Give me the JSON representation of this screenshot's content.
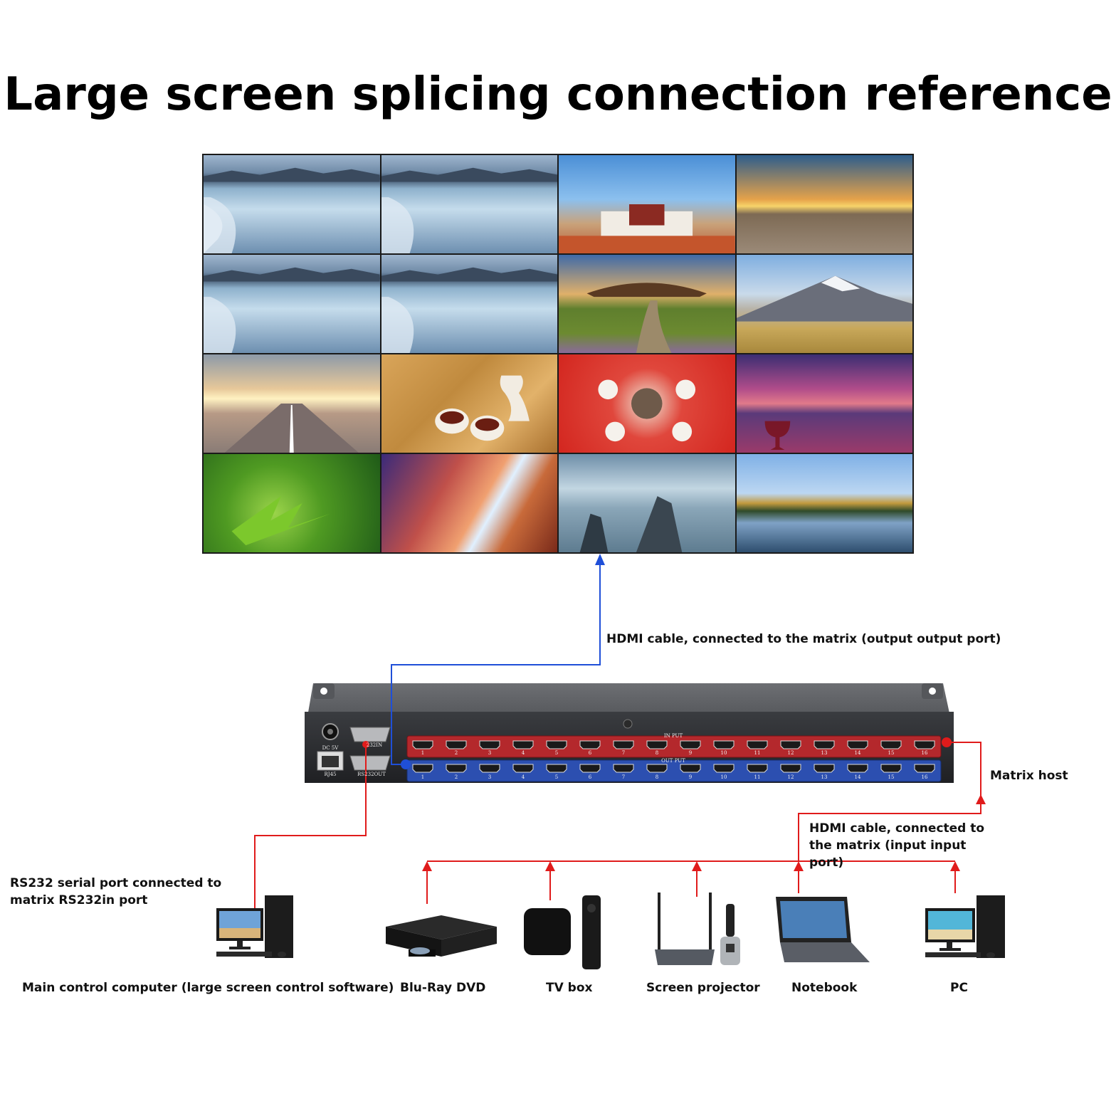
{
  "title": "Large screen splicing connection reference",
  "video_wall": {
    "tiles": [
      {
        "scene": "frozen-lake-icon"
      },
      {
        "scene": "frozen-lake-icon"
      },
      {
        "scene": "palace-icon"
      },
      {
        "scene": "sunset-road-icon"
      },
      {
        "scene": "frozen-lake-icon"
      },
      {
        "scene": "frozen-lake-icon"
      },
      {
        "scene": "pagoda-field-icon"
      },
      {
        "scene": "snow-mountain-icon"
      },
      {
        "scene": "sunrise-highway-icon"
      },
      {
        "scene": "tea-leaves-icon"
      },
      {
        "scene": "dinner-table-icon"
      },
      {
        "scene": "wine-sunset-icon"
      },
      {
        "scene": "green-leaves-icon"
      },
      {
        "scene": "canyon-icon"
      },
      {
        "scene": "rocks-sea-icon"
      },
      {
        "scene": "lake-forest-icon"
      }
    ]
  },
  "labels": {
    "output_cable": "HDMI cable, connected to the matrix (output output port)",
    "matrix_host": "Matrix host",
    "input_cable": "HDMI cable, connected to the matrix (input input port)",
    "rs232": "RS232 serial port connected to matrix RS232in port"
  },
  "matrix": {
    "input_label": "IN PUT",
    "output_label": "OUT PUT",
    "port_numbers": [
      "1",
      "2",
      "3",
      "4",
      "5",
      "6",
      "7",
      "8",
      "9",
      "10",
      "11",
      "12",
      "13",
      "14",
      "15",
      "16"
    ],
    "dc_label": "DC 5V",
    "rj45_label": "RJ45",
    "rs232in_label": "232IN",
    "rs232out_label": "RS232OUT"
  },
  "devices": [
    {
      "name": "Main control computer (large screen control software)",
      "icon": "desktop-computer-icon"
    },
    {
      "name": "Blu-Ray DVD",
      "icon": "dvd-player-icon"
    },
    {
      "name": "TV box",
      "icon": "tv-box-icon"
    },
    {
      "name": "Screen projector",
      "icon": "screen-projector-icon"
    },
    {
      "name": "Notebook",
      "icon": "laptop-icon"
    },
    {
      "name": "PC",
      "icon": "desktop-computer-icon"
    }
  ],
  "colors": {
    "output_line": "#1f4fd8",
    "input_line": "#e01b1b",
    "input_panel": "#b4282c",
    "output_panel": "#2c4fb0"
  }
}
